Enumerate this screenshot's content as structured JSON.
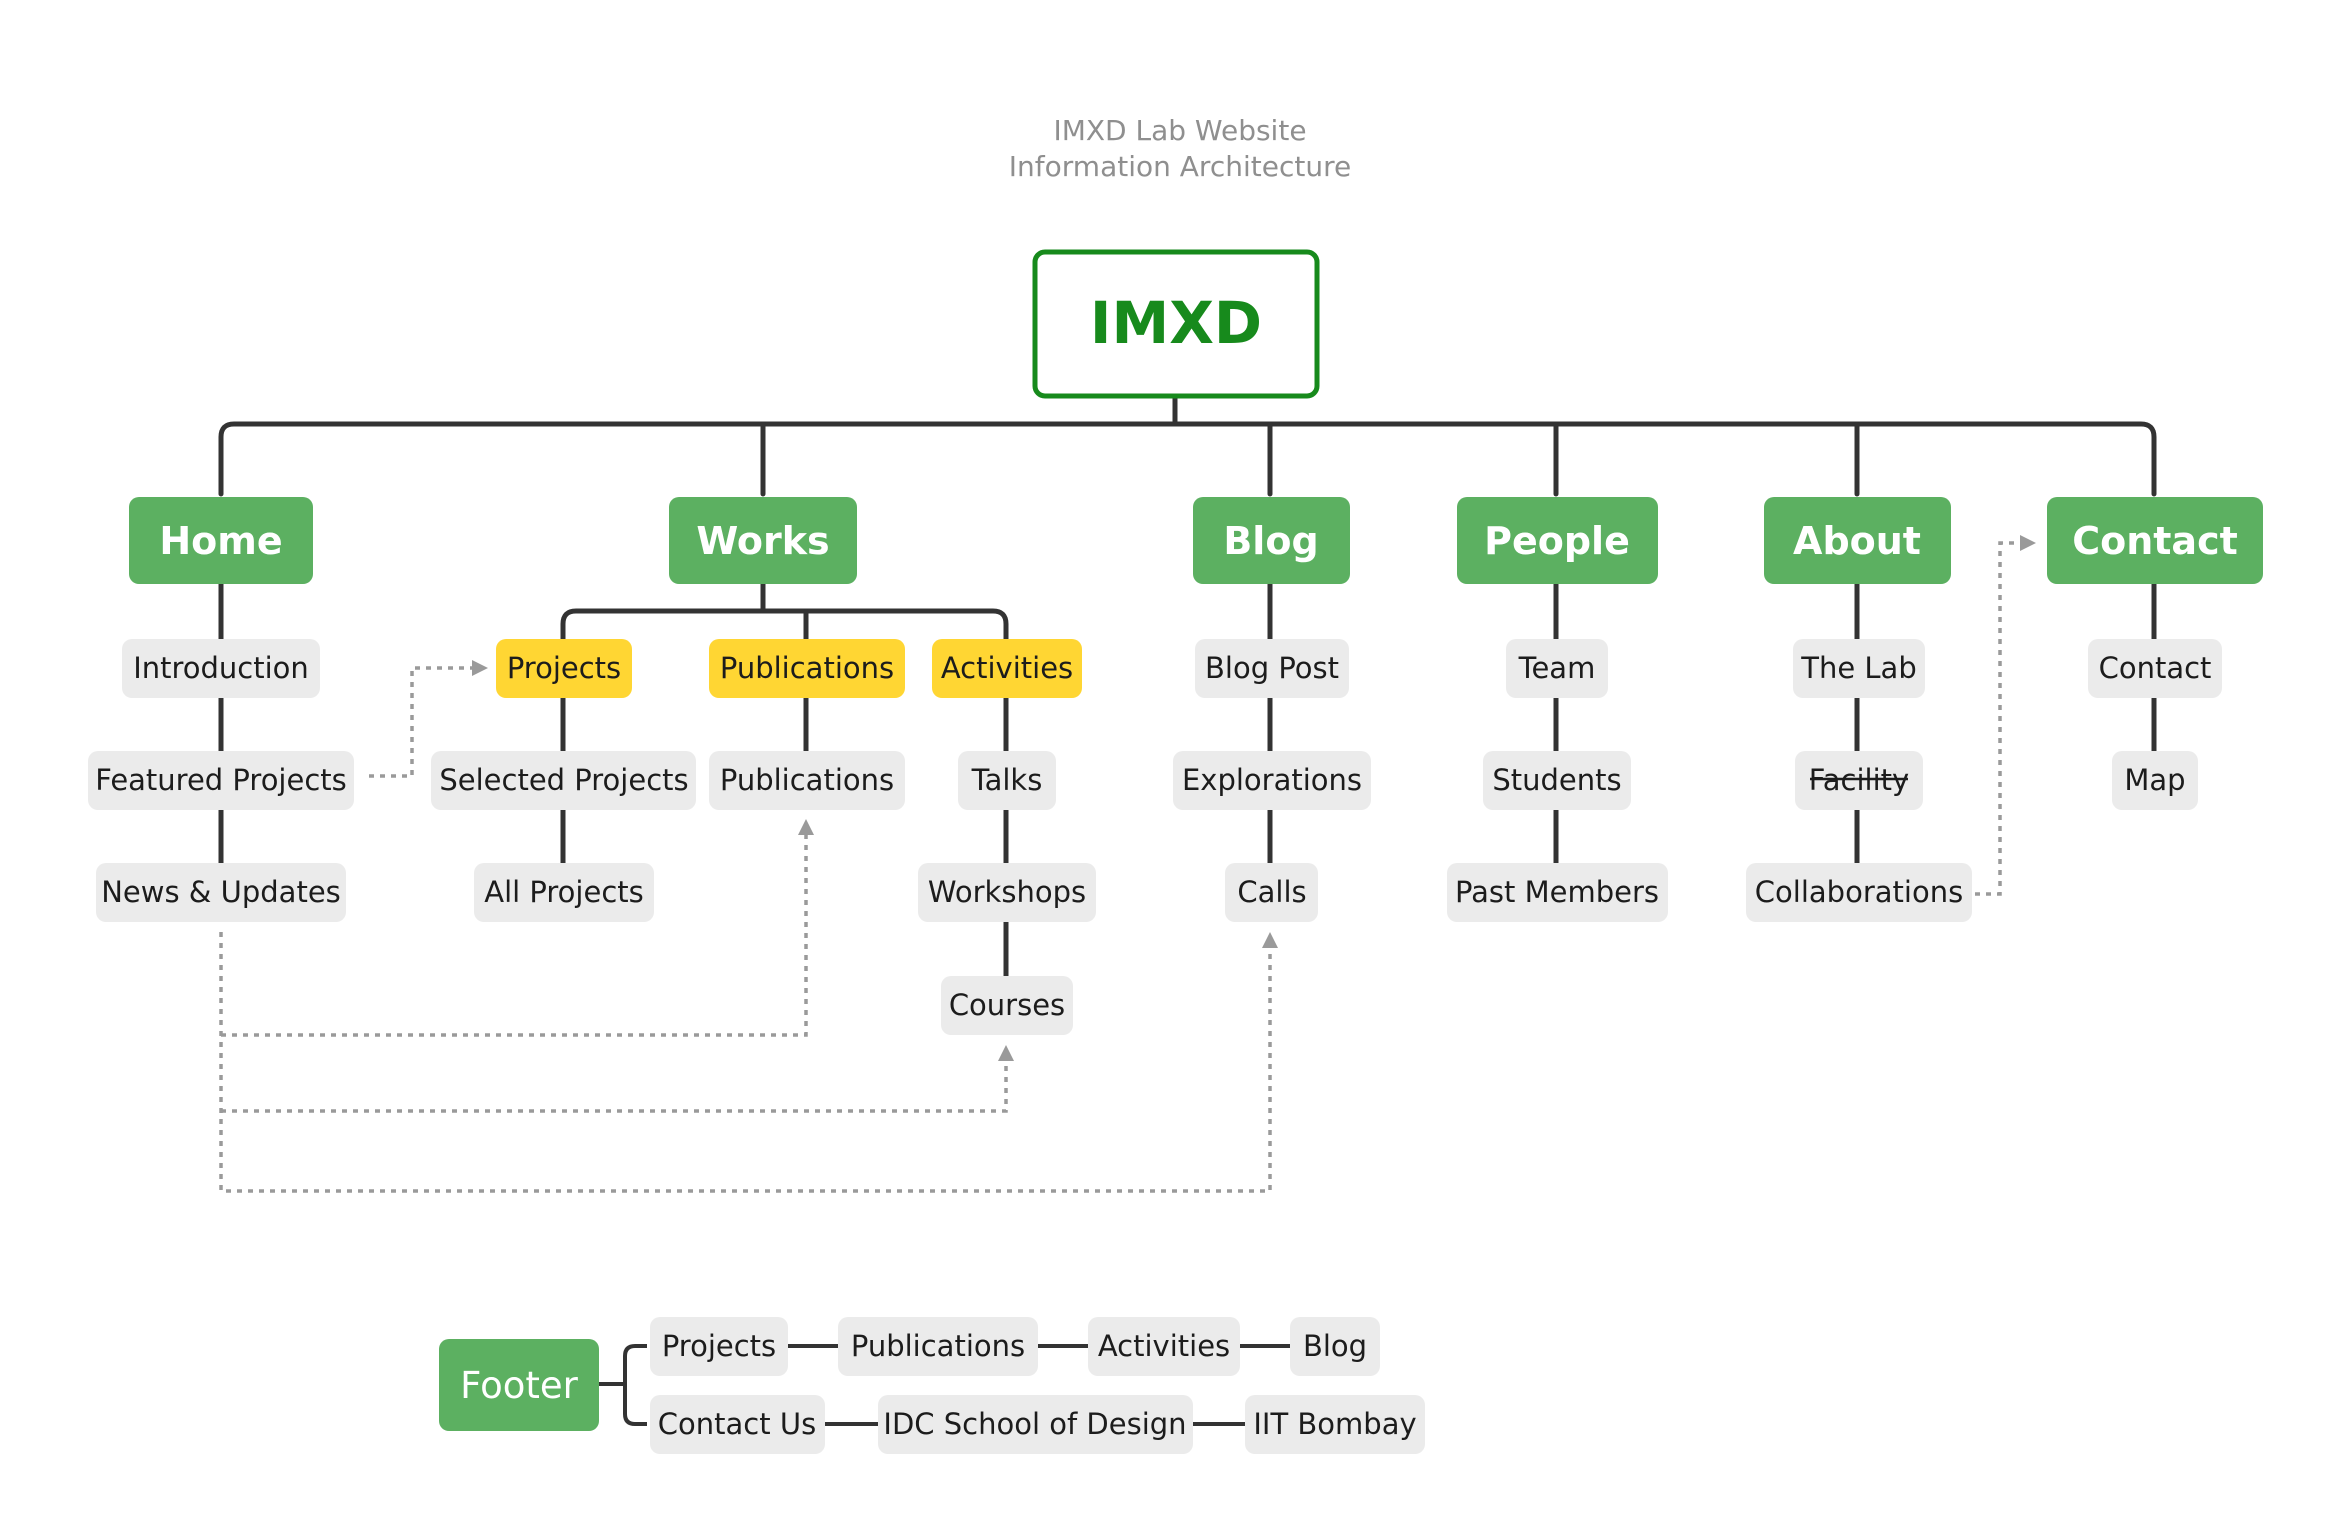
{
  "title": {
    "line1": "IMXD Lab Website",
    "line2": "Information Architecture"
  },
  "root": {
    "label": "IMXD"
  },
  "sections": {
    "home": {
      "label": "Home",
      "pages": [
        "Introduction",
        "Featured Projects",
        "News & Updates"
      ]
    },
    "works": {
      "label": "Works",
      "subsections": [
        {
          "label": "Projects",
          "pages": [
            "Selected Projects",
            "All Projects"
          ]
        },
        {
          "label": "Publications",
          "pages": [
            "Publications"
          ]
        },
        {
          "label": "Activities",
          "pages": [
            "Talks",
            "Workshops",
            "Courses"
          ]
        }
      ]
    },
    "blog": {
      "label": "Blog",
      "pages": [
        "Blog Post",
        "Explorations",
        "Calls"
      ]
    },
    "people": {
      "label": "People",
      "pages": [
        "Team",
        "Students",
        "Past Members"
      ]
    },
    "about": {
      "label": "About",
      "pages": [
        "The Lab",
        "Facility",
        "Collaborations"
      ],
      "struck_pages": [
        "Facility"
      ]
    },
    "contact": {
      "label": "Contact",
      "pages": [
        "Contact",
        "Map"
      ]
    }
  },
  "cross_links": [
    {
      "from": "Featured Projects",
      "to": "Projects"
    },
    {
      "from": "News & Updates",
      "to": "Publications"
    },
    {
      "from": "News & Updates",
      "to": "Courses"
    },
    {
      "from": "News & Updates",
      "to": "Calls"
    },
    {
      "from": "Collaborations",
      "to": "Contact"
    }
  ],
  "footer": {
    "label": "Footer",
    "row1": [
      "Projects",
      "Publications",
      "Activities",
      "Blog"
    ],
    "row2": [
      "Contact Us",
      "IDC School of Design",
      "IIT Bombay"
    ]
  },
  "colors": {
    "root": "#178a1c",
    "section": "#5cb061",
    "subsection": "#ffd633",
    "page": "#ebebeb",
    "connector": "#333333",
    "cross_link": "#9a9a9a"
  }
}
